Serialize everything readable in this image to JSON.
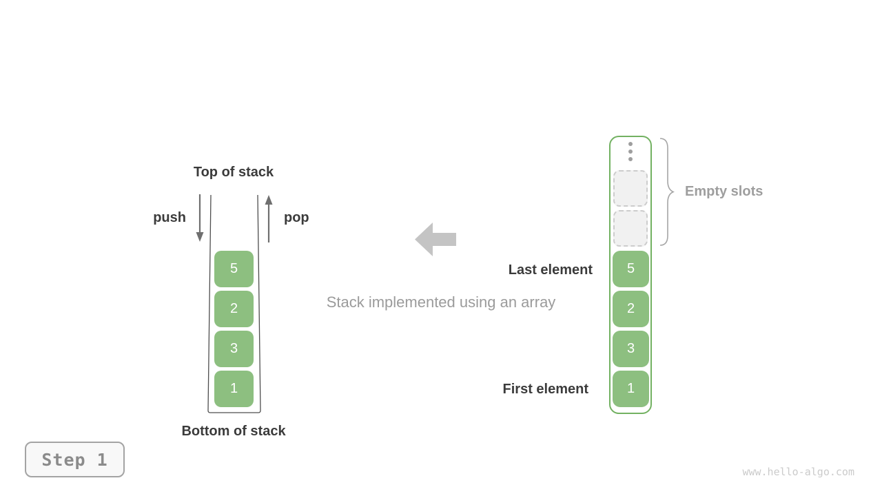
{
  "stack_diagram": {
    "top_label": "Top of stack",
    "bottom_label": "Bottom of stack",
    "push_label": "push",
    "pop_label": "pop",
    "values": [
      "5",
      "2",
      "3",
      "1"
    ]
  },
  "center": {
    "caption": "Stack implemented using an array",
    "arrow_icon": "left-block-arrow"
  },
  "array_diagram": {
    "ellipsis_icon": "vertical-ellipsis",
    "empty_slot_count": 2,
    "empty_slots_label": "Empty slots",
    "last_element_label": "Last element",
    "first_element_label": "First element",
    "values": [
      "5",
      "2",
      "3",
      "1"
    ]
  },
  "footer": {
    "step_label": "Step 1",
    "watermark": "www.hello-algo.com"
  },
  "colors": {
    "cell_green": "#8dbf80",
    "array_border_green": "#72b161",
    "dark_text": "#3b3b3b",
    "gray_text": "#9e9e9e",
    "arrow_gray": "#6f6f6f",
    "block_arrow_gray": "#c4c4c4"
  }
}
